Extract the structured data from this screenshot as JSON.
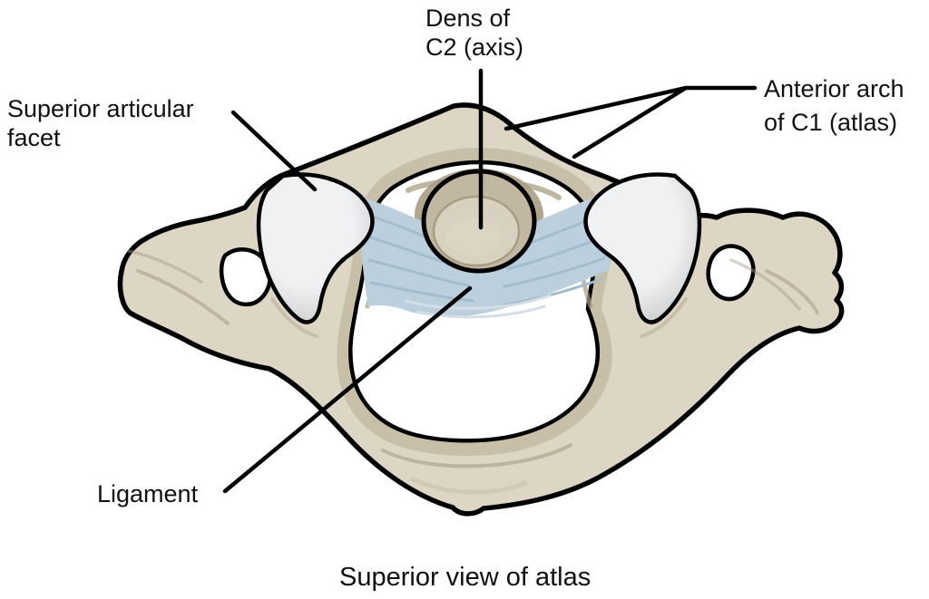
{
  "figure": {
    "labels": {
      "dens": "Dens of\nC2 (axis)",
      "superior_articular_facet": "Superior articular\nfacet",
      "anterior_arch": "Anterior arch\nof C1 (atlas)",
      "ligament": "Ligament"
    },
    "caption": "Superior view of atlas",
    "colors": {
      "background": "#ffffff",
      "text": "#111111",
      "outline": "#000000",
      "bone_fill": "#ddd6c5",
      "bone_shadow": "#c8bfa9",
      "bone_deep": "#a89d82",
      "bone_highlight": "#cfc7b6",
      "facet_light": "#f0f1f2",
      "facet_dark": "#c4c7c9",
      "ligament_fill": "#bccfdc",
      "ligament_streak": "#a3bdd0",
      "ligament_light": "#d3dee6",
      "dens_outer": "#c2b8a2",
      "dens_inner": "#d8d1bf"
    }
  }
}
